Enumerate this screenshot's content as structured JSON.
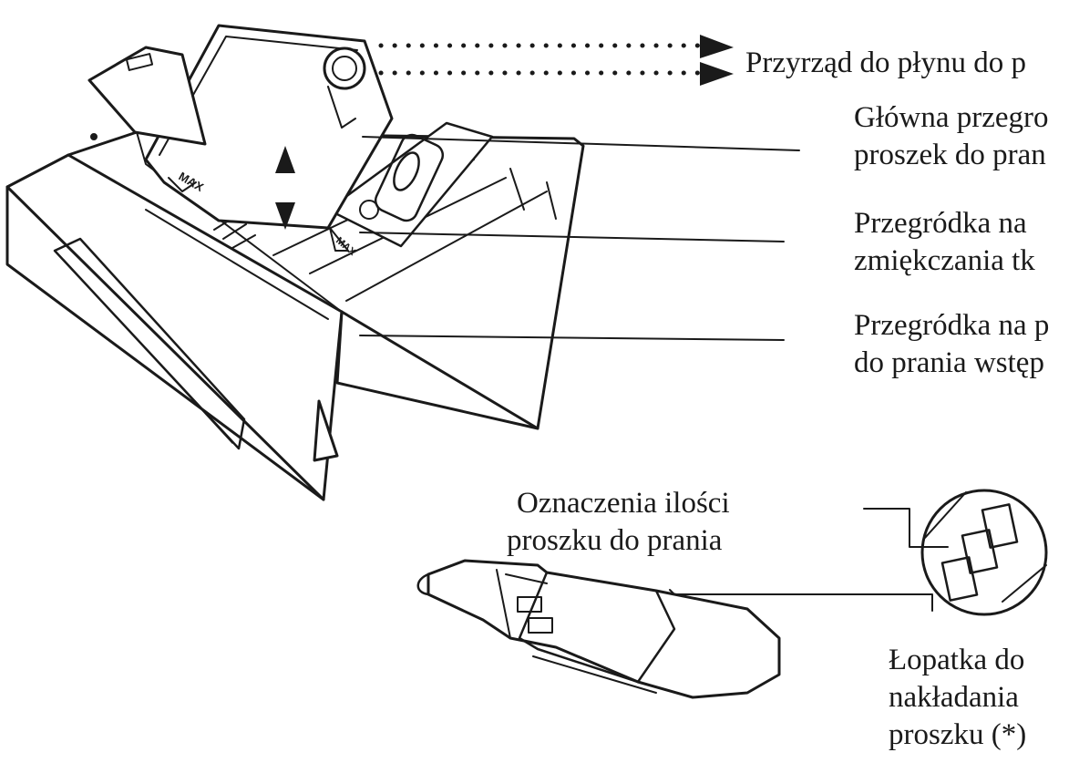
{
  "labels": {
    "liquid_tool": "Przyrząd do płynu do p",
    "main_line1": "Główna przegro",
    "main_line2": "proszek do pran",
    "softener_line1": "Przegródka na",
    "softener_line2": "zmiękczania tk",
    "prewash_line1": "Przegródka na p",
    "prewash_line2": "do prania wstęp",
    "dose_marks_line1": "Oznaczenia ilości",
    "dose_marks_line2": "proszku do prania",
    "scoop_line1": "Łopatka do",
    "scoop_line2": "nakładania",
    "scoop_line3": "proszku (*)"
  },
  "markings": {
    "max_tray": "MAX",
    "max_softener": "MAX"
  },
  "colors": {
    "ink": "#1a1a1a",
    "background": "#ffffff"
  }
}
